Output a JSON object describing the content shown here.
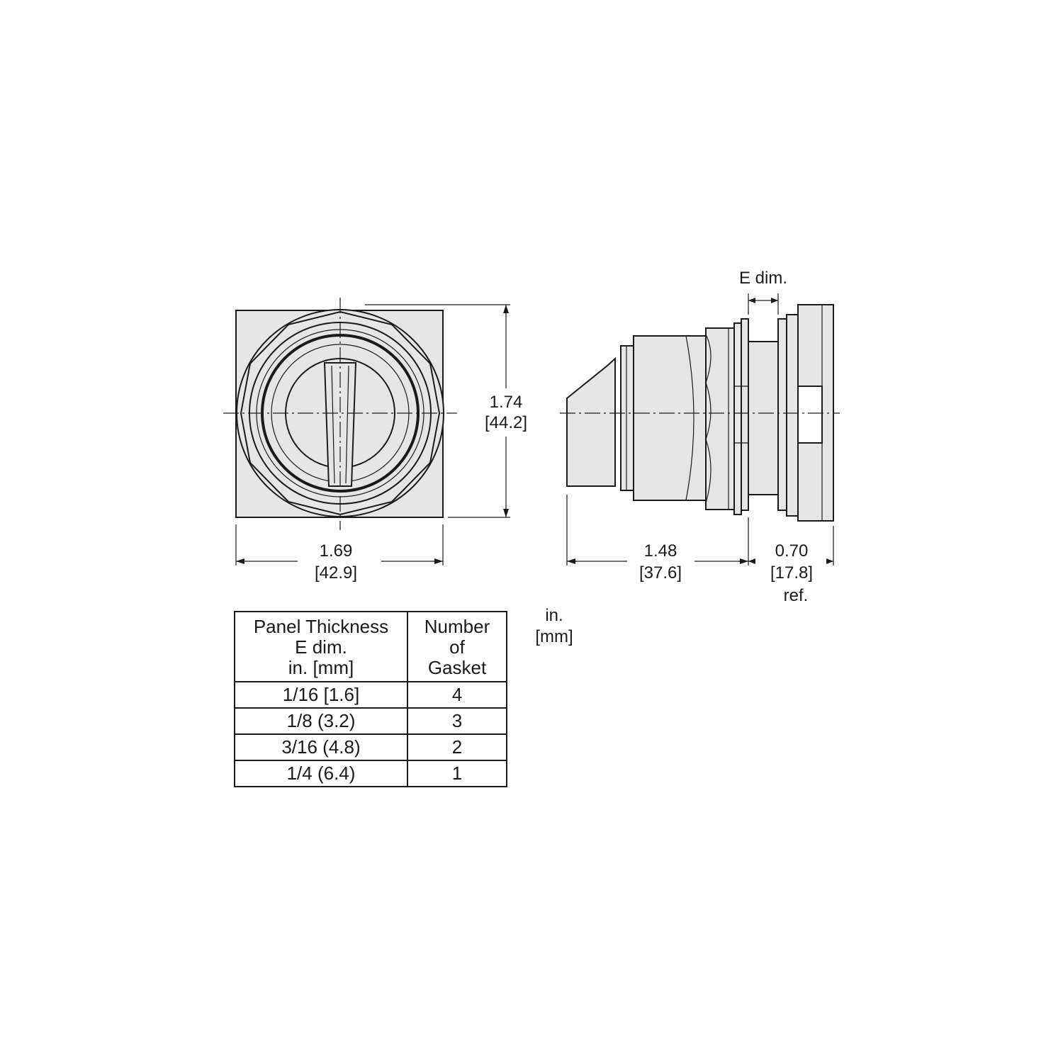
{
  "front_view": {
    "width_in": "1.69",
    "width_mm": "[42.9]",
    "height_in": "1.74",
    "height_mm": "[44.2]"
  },
  "side_view": {
    "e_dim_label": "E dim.",
    "length_in": "1.48",
    "length_mm": "[37.6]",
    "rear_in": "0.70",
    "rear_mm": "[17.8]",
    "rear_ref": "ref."
  },
  "units": {
    "line1": "in.",
    "line2": "[mm]"
  },
  "gasket_table": {
    "header_col1": [
      "Panel Thickness",
      "E dim.",
      "in. [mm]"
    ],
    "header_col2": [
      "Number",
      "of",
      "Gasket"
    ],
    "rows": [
      {
        "thickness": "1/16 [1.6]",
        "gaskets": "4"
      },
      {
        "thickness": "1/8 (3.2)",
        "gaskets": "3"
      },
      {
        "thickness": "3/16 (4.8)",
        "gaskets": "2"
      },
      {
        "thickness": "1/4 (6.4)",
        "gaskets": "1"
      }
    ]
  },
  "colors": {
    "line": "#1a1a1a",
    "part_fill": "#e6e6e6",
    "background": "#ffffff"
  }
}
